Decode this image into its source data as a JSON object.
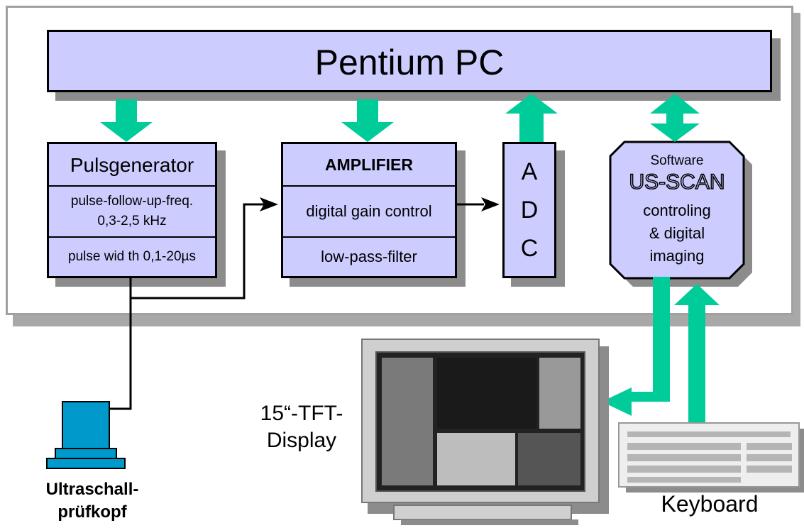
{
  "pc": {
    "label": "Pentium PC"
  },
  "pulsgenerator": {
    "title": "Pulsgenerator",
    "freq_line1": "pulse-follow-up-freq.",
    "freq_line2": "0,3-2,5 kHz",
    "width": "pulse wid th 0,1-20µs"
  },
  "amplifier": {
    "title": "AMPLIFIER",
    "gain": "digital gain control",
    "filter": "low-pass-filter"
  },
  "adc": {
    "l1": "A",
    "l2": "D",
    "l3": "C"
  },
  "software": {
    "l1": "Software",
    "name": "US-SCAN",
    "l2": "controling",
    "l3": "& digital",
    "l4": "imaging"
  },
  "display": {
    "l1": "15“-TFT-",
    "l2": "Display"
  },
  "probe": {
    "l1": "Ultraschall-",
    "l2": "prüfkopf"
  },
  "keyboard": {
    "label": "Keyboard"
  },
  "colors": {
    "box": "#ccccff",
    "arrow": "#00cc99",
    "probe": "#0099cc"
  }
}
